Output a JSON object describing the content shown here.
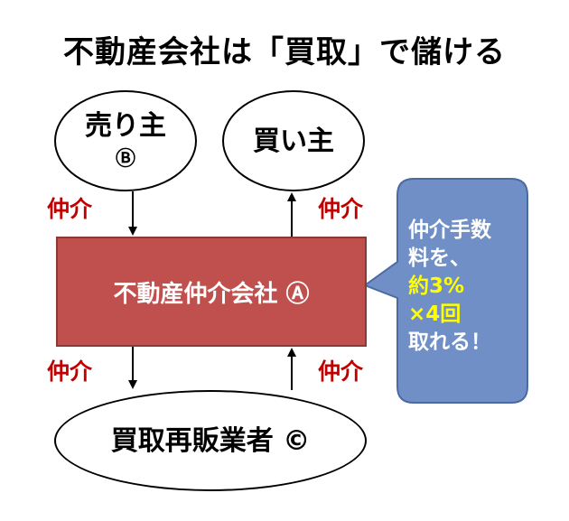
{
  "title": "不動産会社は「買取」で儲ける",
  "nodes": {
    "seller": {
      "label": "売り主",
      "mark": "Ⓑ"
    },
    "buyer": {
      "label": "買い主"
    },
    "broker": {
      "label": "不動産仲介会社 Ⓐ"
    },
    "reseller": {
      "label": "買取再販業者 ©"
    }
  },
  "edges": {
    "seller_to_broker": "仲介",
    "broker_to_buyer": "仲介",
    "broker_to_reseller": "仲介",
    "reseller_to_broker": "仲介"
  },
  "callout": {
    "line1": "仲介手数",
    "line2": "料を、",
    "line3": "約3%",
    "line4": "×4回",
    "line5": "取れる！"
  },
  "colors": {
    "broker_fill": "#c0504d",
    "callout_fill": "#6f8fc6",
    "label_red": "#c00000",
    "highlight_yellow": "#ffff00"
  }
}
